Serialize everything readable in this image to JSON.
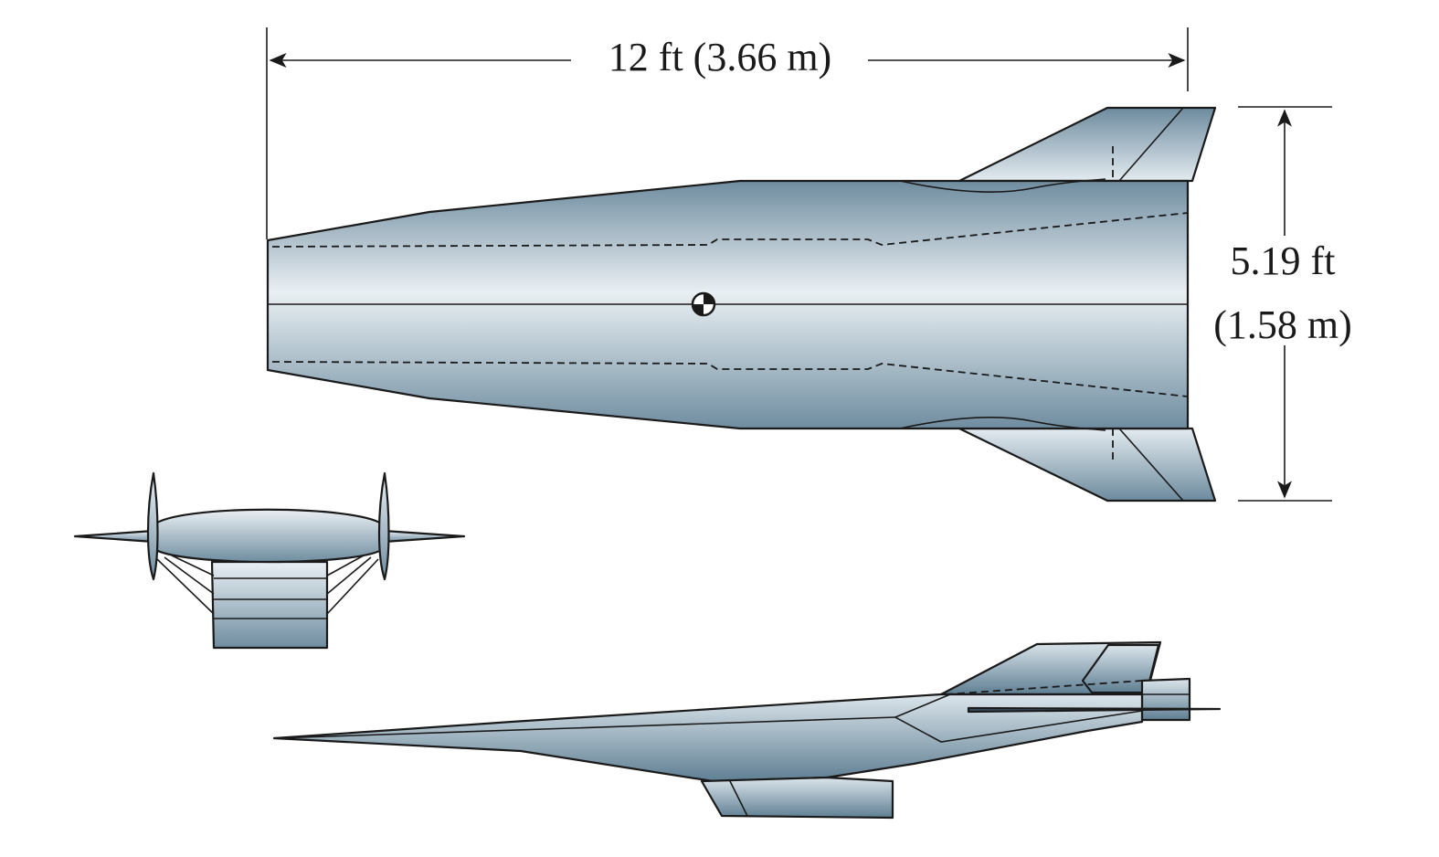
{
  "dimensions": {
    "length_label": "12 ft (3.66 m)",
    "span_label_ft": "5.19 ft",
    "span_label_m": "(1.58 m)"
  },
  "colors": {
    "body_light": "#e8eef2",
    "body_mid": "#a9bfcc",
    "body_dark": "#5f7f93",
    "line": "#1a1a1a"
  }
}
